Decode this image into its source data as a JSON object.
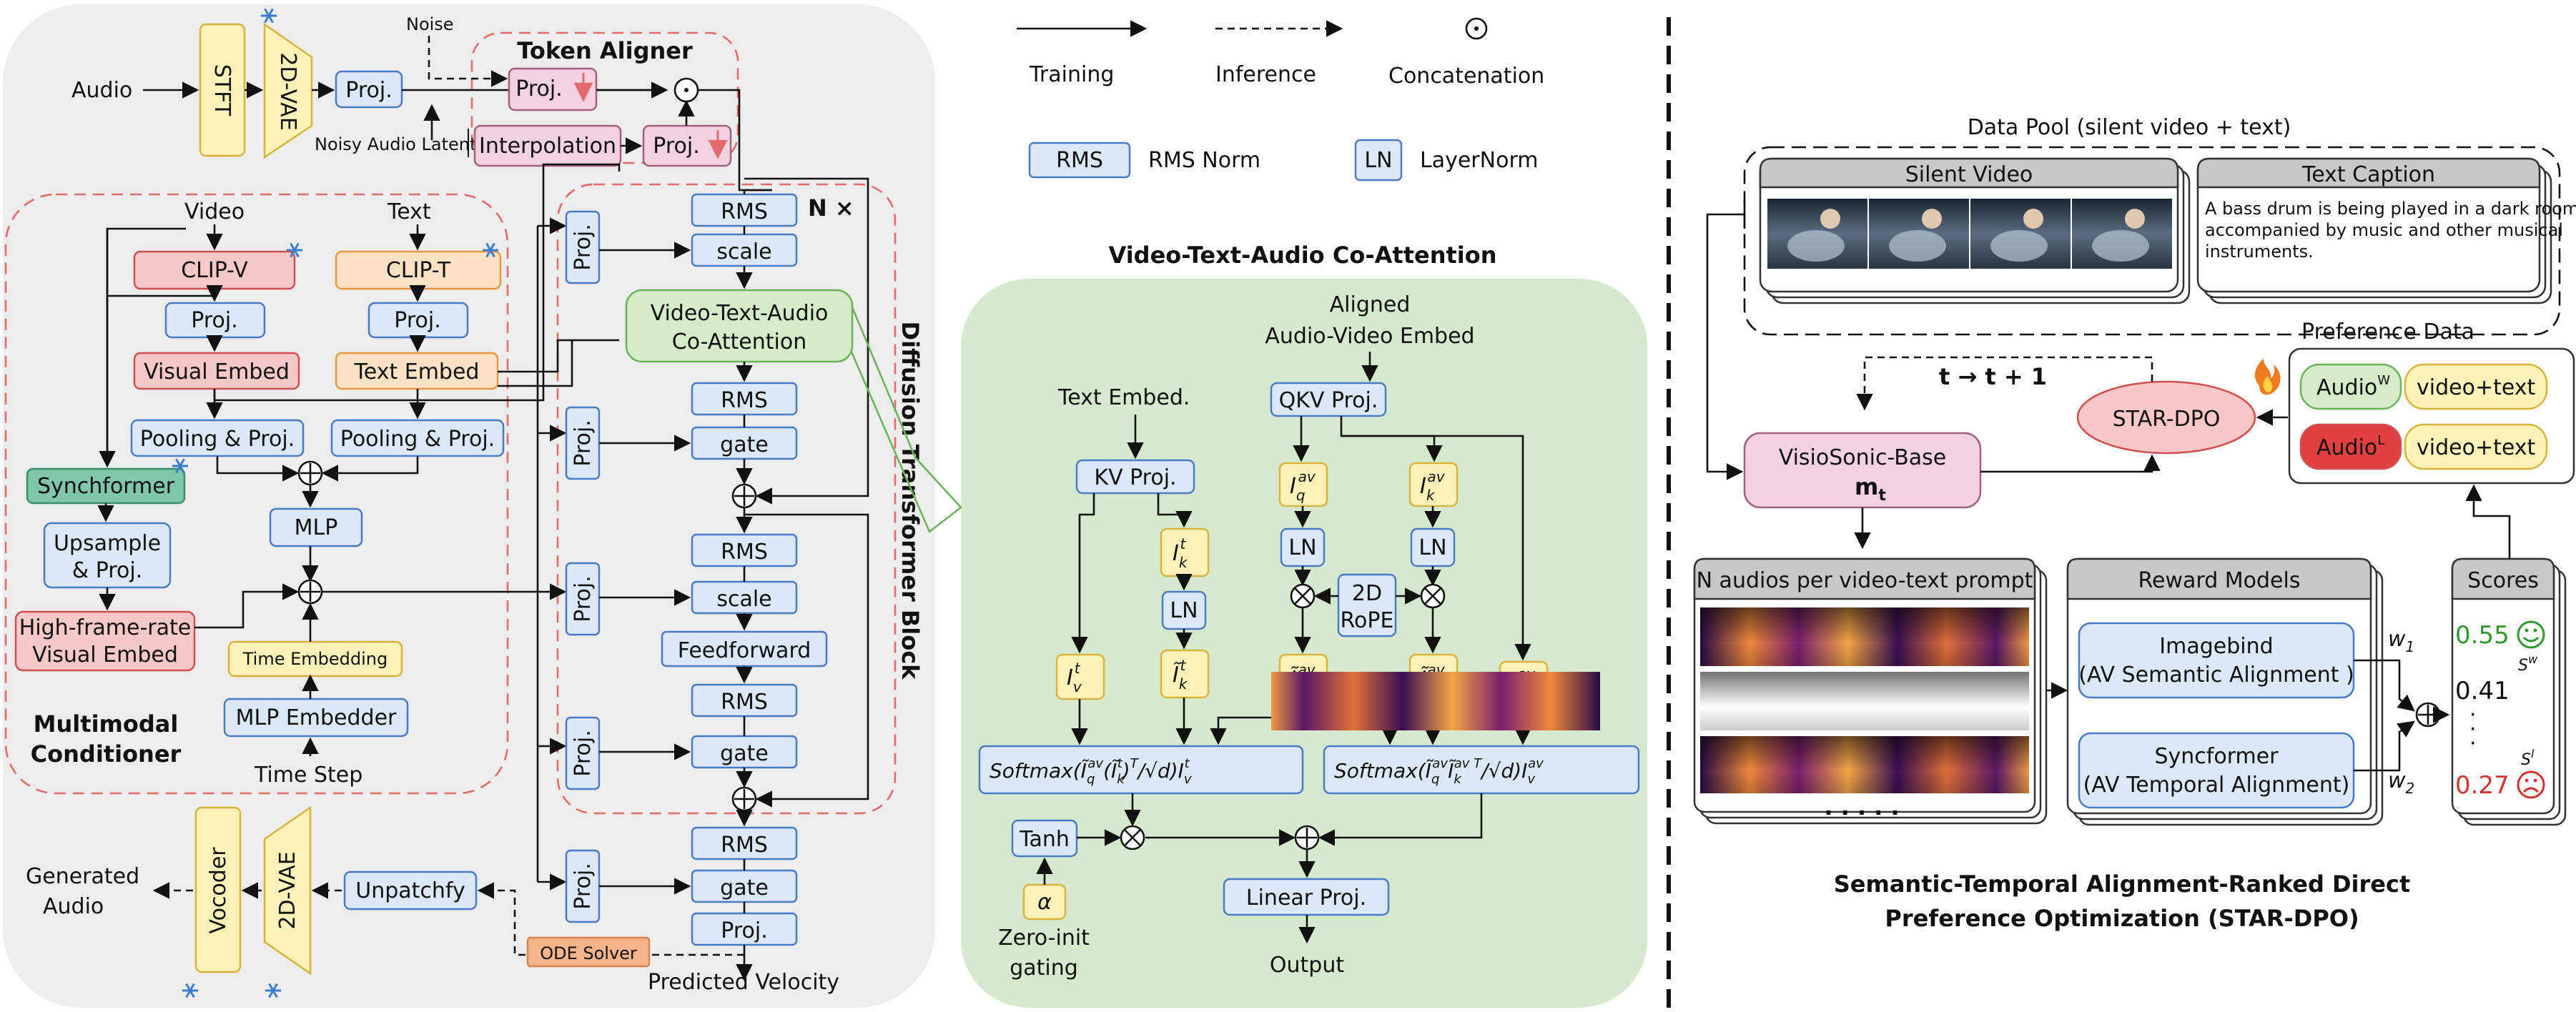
{
  "legend": {
    "training": "Training",
    "inference": "Inference",
    "concatenation": "Concatenation",
    "rms_abbr": "RMS",
    "rms_full": "RMS Norm",
    "ln_abbr": "LN",
    "ln_full": "LayerNorm"
  },
  "left": {
    "audio": "Audio",
    "stft": "STFT",
    "vae": "2D-VAE",
    "proj": "Proj.",
    "noise": "Noise",
    "noisy_latent": "Noisy Audio Latent",
    "token_aligner": "Token Aligner",
    "interpolation": "Interpolation",
    "video": "Video",
    "text": "Text",
    "clip_v": "CLIP-V",
    "clip_t": "CLIP-T",
    "visual_embed": "Visual Embed",
    "text_embed": "Text Embed",
    "pooling_proj": "Pooling & Proj.",
    "synchformer": "Synchformer",
    "upsample_1": "Upsample",
    "upsample_2": "& Proj.",
    "mlp": "MLP",
    "hfr_1": "High-frame-rate",
    "hfr_2": "Visual Embed",
    "time_embedding": "Time Embedding",
    "mlp_embedder": "MLP Embedder",
    "time_step": "Time Step",
    "mc_1": "Multimodal",
    "mc_2": "Conditioner",
    "generated_1": "Generated",
    "generated_2": "Audio",
    "vocoder": "Vocoder",
    "unpatchfy": "Unpatchfy",
    "ode_solver": "ODE Solver",
    "predicted_velocity": "Predicted Velocity"
  },
  "dit": {
    "rms": "RMS",
    "scale": "scale",
    "gate": "gate",
    "proj": "Proj.",
    "co_attn_1": "Video-Text-Audio",
    "co_attn_2": "Co-Attention",
    "feedforward": "Feedforward",
    "n_times": "N ×",
    "block_label": "Diffusion Transformer Block"
  },
  "coattn": {
    "title": "Video-Text-Audio Co-Attention",
    "aligned_1": "Aligned",
    "aligned_2": "Audio-Video Embed",
    "text_embed": "Text Embed.",
    "qkv_proj": "QKV Proj.",
    "kv_proj": "KV Proj.",
    "ln": "LN",
    "rope_1": "2D",
    "rope_2": "RoPE",
    "tanh": "Tanh",
    "alpha": "α",
    "linear_proj": "Linear Proj.",
    "output": "Output",
    "zero_1": "Zero-init",
    "zero_2": "gating"
  },
  "dpo": {
    "data_pool": "Data Pool (silent video + text)",
    "silent_video": "Silent Video",
    "text_caption": "Text Caption",
    "caption_1": "A bass drum is being played in a dark room,",
    "caption_2": "accompanied by music and other musical",
    "caption_3": "instruments.",
    "preference_data": "Preference Data",
    "video_text": "video+text",
    "audio_w": "Audio",
    "audio_l": "Audio",
    "sup_w": "W",
    "sup_l": "L",
    "star_dpo": "STAR-DPO",
    "iter_label": "t → t + 1",
    "base_1": "VisioSonic-Base",
    "base_2": "m",
    "base_sub": "t",
    "n_audios": "N audios per video-text prompt",
    "reward_models": "Reward Models",
    "imagebind_1": "Imagebind",
    "imagebind_2": "(AV Semantic Alignment )",
    "syncformer_1": "Syncformer",
    "syncformer_2": "(AV Temporal Alignment)",
    "scores": "Scores",
    "score_high": "0.55",
    "score_mid": "0.41",
    "score_low": "0.27",
    "dots": ". . . . .",
    "w1": "w",
    "w1_sub": "1",
    "w2": "w",
    "w2_sub": "2",
    "sw": "S",
    "sw_sup": "w",
    "sl": "S",
    "sl_sup": "l",
    "caption_title_1": "Semantic-Temporal Alignment-Ranked Direct",
    "caption_title_2": "Preference Optimization (STAR-DPO)"
  },
  "colors": {
    "blue_box": "#dce8f8",
    "green_box": "#d6ecc9",
    "red_box": "#f6c8c8",
    "orange_box": "#fde3c4",
    "yellow_box": "#fff2b8",
    "panel_gray": "#ededed",
    "panel_green": "#d6e9cc",
    "score_good": "#2e9a2e",
    "score_bad": "#d63030"
  },
  "icons": {
    "frozen": "snowflake-icon",
    "trainable": "flame-icon",
    "happy": "smiley-happy-icon",
    "sad": "smiley-sad-icon"
  }
}
